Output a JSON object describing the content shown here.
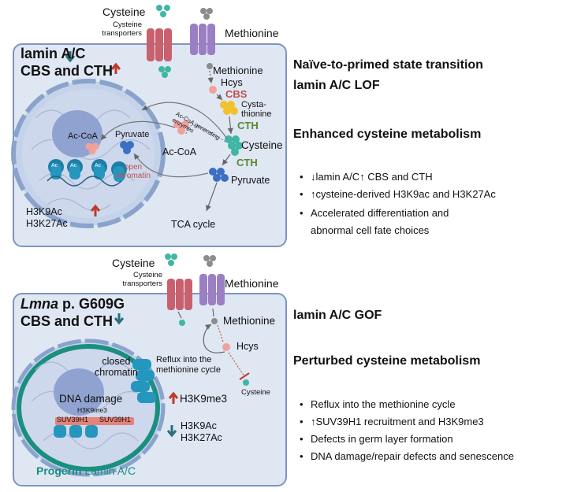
{
  "top_panel": {
    "cysteine_label": "Cysteine",
    "cysteine_transporters": "Cysteine\ntransporters",
    "methionine_outside": "Methionine",
    "lamin_title": "lamin A/C",
    "cbs_cth_title": "CBS and CTH",
    "methionine_inside": "Methionine",
    "hcys": "Hcys",
    "cbs": "CBS",
    "cystathionine": "Cysta-\nthionine",
    "cth_1": "CTH",
    "cysteine_inside": "Cysteine",
    "cth_2": "CTH",
    "pyruvate_cyto": "Pyruvate",
    "acetyl_enzymes": "Ac-CoA generating\nenzymes",
    "accoa_cyto": "Ac-CoA",
    "accoa_nuc": "Ac-CoA",
    "pyruvate_nuc": "Pyruvate",
    "open_chromatin": "open\nchromatin",
    "ac_marks": [
      "Ac",
      "Ac",
      "Ac"
    ],
    "h3k9ac": "H3K9Ac",
    "h3k27ac": "H3K27Ac",
    "tca": "TCA cycle"
  },
  "top_right": {
    "line1": "Naïve-to-primed state transition",
    "line2": "lamin A/C LOF",
    "line3": "Enhanced cysteine metabolism",
    "bullets": [
      "↓lamin A/C↑  CBS and CTH",
      "↑cysteine-derived H3K9ac and H3K27Ac",
      "Accelerated differentiation and\nabnormal cell fate choices"
    ]
  },
  "bottom_panel": {
    "cysteine_label": "Cysteine",
    "cysteine_transporters": "Cysteine\ntransporters",
    "methionine_outside": "Methionine",
    "lmna_italic": "Lmna",
    "lmna_rest": " p. G609G",
    "cbs_cth_title": "CBS and CTH",
    "methionine_inside": "Methionine",
    "hcys": "Hcys",
    "reflux": "Reflux into the\nmethionine cycle",
    "cysteine_small": "Cysteine",
    "closed_chromatin": "closed\nchromatin",
    "dna_damage": "DNA damage",
    "h3k9me3_small": "H3K9me3",
    "suv_left": "SUV39H1",
    "suv_right": "SUV39H1",
    "h3k9me3": "H3K9me3",
    "h3k9ac": "H3K9Ac",
    "h3k27ac": "H3K27Ac",
    "progerin": "Progerin",
    "lamin_ac": "Lamin A/C"
  },
  "bottom_right": {
    "line1": "lamin A/C GOF",
    "line2": "Perturbed cysteine metabolism",
    "bullets": [
      "Reflux into the methionine cycle",
      "↑SUV39H1 recruitment   and H3K9me3",
      "Defects in germ layer formation",
      "DNA damage/repair defects and senescence"
    ]
  },
  "colors": {
    "panel_fill": "#dfe7f3",
    "panel_border": "#7d95bf",
    "down_arrow": "#2a6f7a",
    "up_arrow": "#c0392b",
    "cbs_red": "#c0504d",
    "cth_green": "#5a8a2e",
    "progerin_teal": "#1a8f80",
    "cysteine_teal": "#3fb7a4",
    "transporter_red": "#c9606e",
    "transporter_purple": "#9b7fc4"
  }
}
